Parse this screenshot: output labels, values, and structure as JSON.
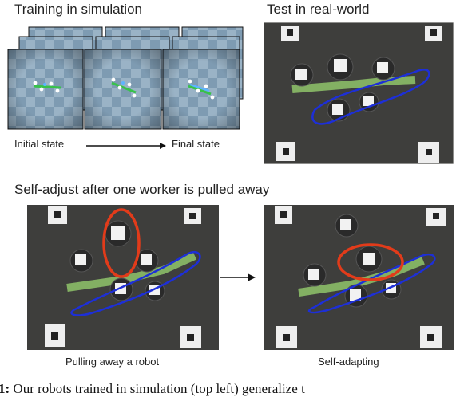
{
  "figure": {
    "sim_heading": "Training in simulation",
    "real_heading": "Test in real-world",
    "initial_label": "Initial state",
    "final_label": "Final state",
    "adjust_heading": "Self-adjust after one worker is pulled away",
    "pull_label": "Pulling away a robot",
    "adapt_label": "Self-adapting",
    "caption_num": "1:",
    "caption_text": "Our robots trained in simulation (top left) generalize t"
  },
  "colors": {
    "sim_bg": "#6f8fa8",
    "sim_tile_light": "#9ab3c6",
    "sim_tile_dark": "#7e9bb2",
    "floor": "#3e3e3c",
    "trail_green": "#8fc46a",
    "path_blue": "#1d2fd8",
    "highlight_red": "#e23b1a"
  }
}
